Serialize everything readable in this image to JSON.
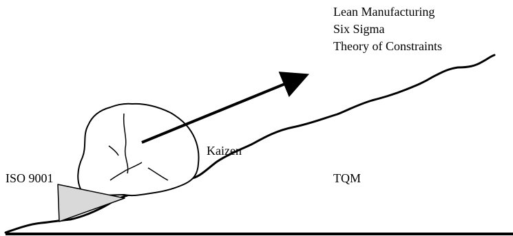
{
  "diagram": {
    "top_right_labels": [
      "Lean Manufacturing",
      "Six Sigma",
      "Theory of Constraints"
    ],
    "kaizen_label": "Kaizen",
    "iso_label": "ISO 9001",
    "tqm_label": "TQM",
    "colors": {
      "stroke": "#000000",
      "wedge_fill": "#d9d9d9",
      "background": "#ffffff"
    }
  }
}
